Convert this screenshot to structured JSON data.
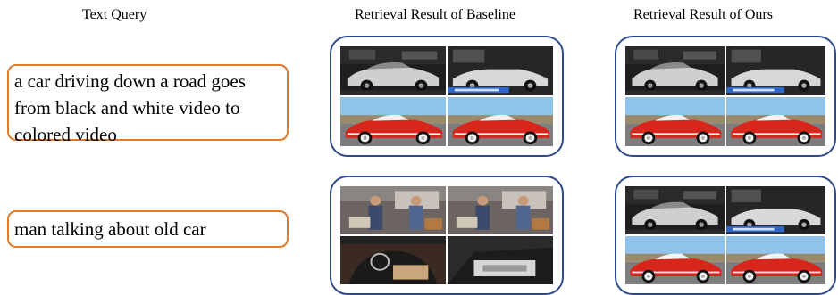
{
  "headers": {
    "text_query": "Text Query",
    "baseline": "Retrieval Result of Baseline",
    "ours": "Retrieval Result of Ours"
  },
  "rows": [
    {
      "query": "a car driving down a road goes from black and white video to colored video",
      "query_lines": [
        "a car driving down a road goes",
        "from black and white video to",
        "colored video"
      ],
      "baseline_scene": "bw-to-red-car",
      "ours_scene": "bw-to-red-car"
    },
    {
      "query": "man talking about old car",
      "query_lines": [
        "man talking about old car"
      ],
      "baseline_scene": "man-in-garage",
      "ours_scene": "bw-to-red-car"
    }
  ],
  "colors": {
    "query_border": "#e07b2e",
    "panel_border": "#2d4a8a",
    "car_red": "#d8261c"
  }
}
